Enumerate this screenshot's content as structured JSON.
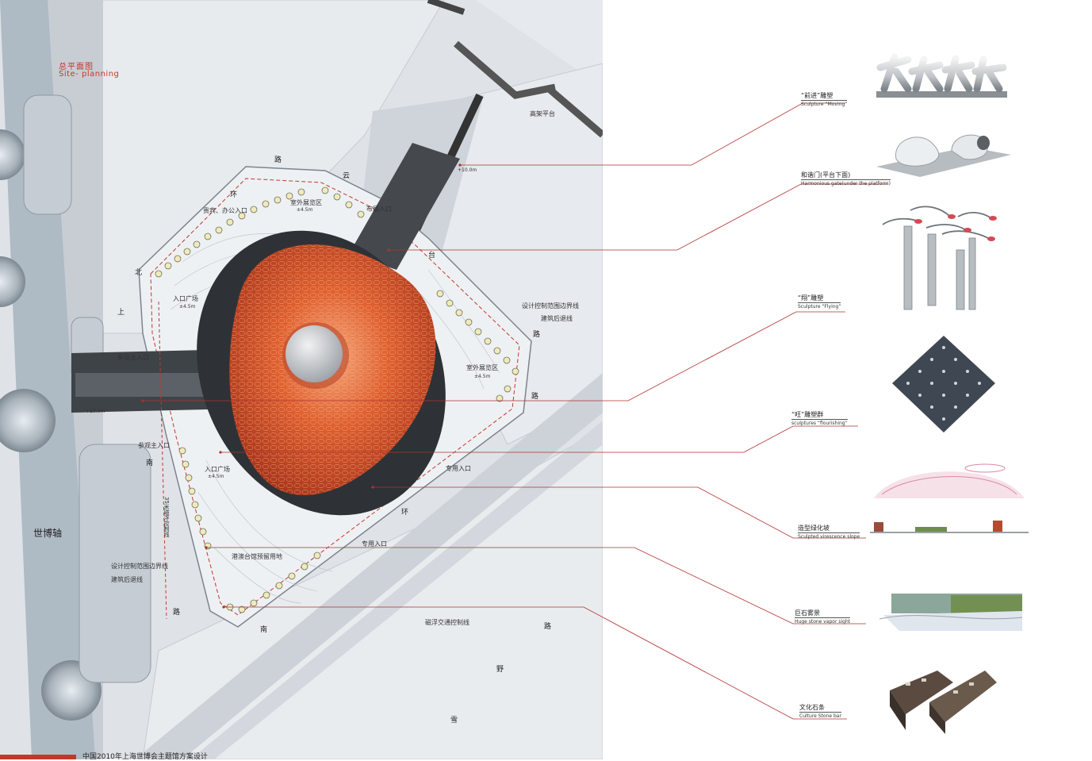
{
  "plan": {
    "title_cn": "总平面图",
    "title_en": "Site- planning",
    "axis_label": "世博轴",
    "labels": {
      "elevated_platform": "高架平台",
      "outdoor_area_top": "室外展览区",
      "outdoor_area_right": "室外展览区",
      "vip_entrance": "贵宾、办公入口",
      "exhibit_entrance": "布展入口",
      "entry_plaza_left": "入口广场",
      "entry_plaza_bottom": "入口广场",
      "visitor_main_entrance_1": "参观主入口",
      "visitor_main_entrance_2": "参观主入口",
      "special_entrance_1": "专用入口",
      "special_entrance_2": "专用入口",
      "design_boundary_right": "设计控制范围边界线",
      "building_setback_right": "建筑后退线",
      "design_boundary_left": "设计控制范围边界线",
      "building_setback_left": "建筑后退线",
      "hk_macao_area": "港澳台馆预留用地",
      "floating_traffic_line": "磁浮交通控制线",
      "vertical_note": "35米磁浮控制线",
      "elev_1": "+10.0m",
      "elev_2": "+10.0m",
      "elev_3": "±4.5m",
      "elev_4": "±4.5m",
      "elev_5": "±4.5m",
      "elev_6": "±4.5m"
    },
    "roads": {
      "bei": "北",
      "huan_top": "环",
      "lu_top": "路",
      "yun": "云",
      "tai": "台",
      "lu_right_1": "路",
      "lu_right_2": "路",
      "shang": "上",
      "nan_left": "南",
      "lu_left": "路",
      "nan_bottom": "南",
      "huan_bottom": "环",
      "lu_bottom": "路",
      "ye": "野",
      "xue": "雪"
    }
  },
  "legend": [
    {
      "cn": "“前进”雕塑",
      "en": "Sculpture “Moving”"
    },
    {
      "cn": "和谐门(平台下面)",
      "en": "Harmonious gate(under the platform)"
    },
    {
      "cn": "“翔”雕塑",
      "en": "Sculpture “Flying”"
    },
    {
      "cn": "“旺”雕塑群",
      "en": "sculptures “flourishing”"
    },
    {
      "cn": "造型绿化坡",
      "en": "Sculpted virescence slope"
    },
    {
      "cn": "巨石雾景",
      "en": "Huge stone vapor sight"
    },
    {
      "cn": "文化石条",
      "en": "Culture Stone bar"
    }
  ],
  "footer": {
    "text": "中国2010年上海世博会主题馆方案设计"
  },
  "colors": {
    "accent": "#c0392b",
    "dome": "#d9532b",
    "plan_bg": "#dfe3e8",
    "road": "#c9ced5",
    "leader": "#b03030"
  }
}
